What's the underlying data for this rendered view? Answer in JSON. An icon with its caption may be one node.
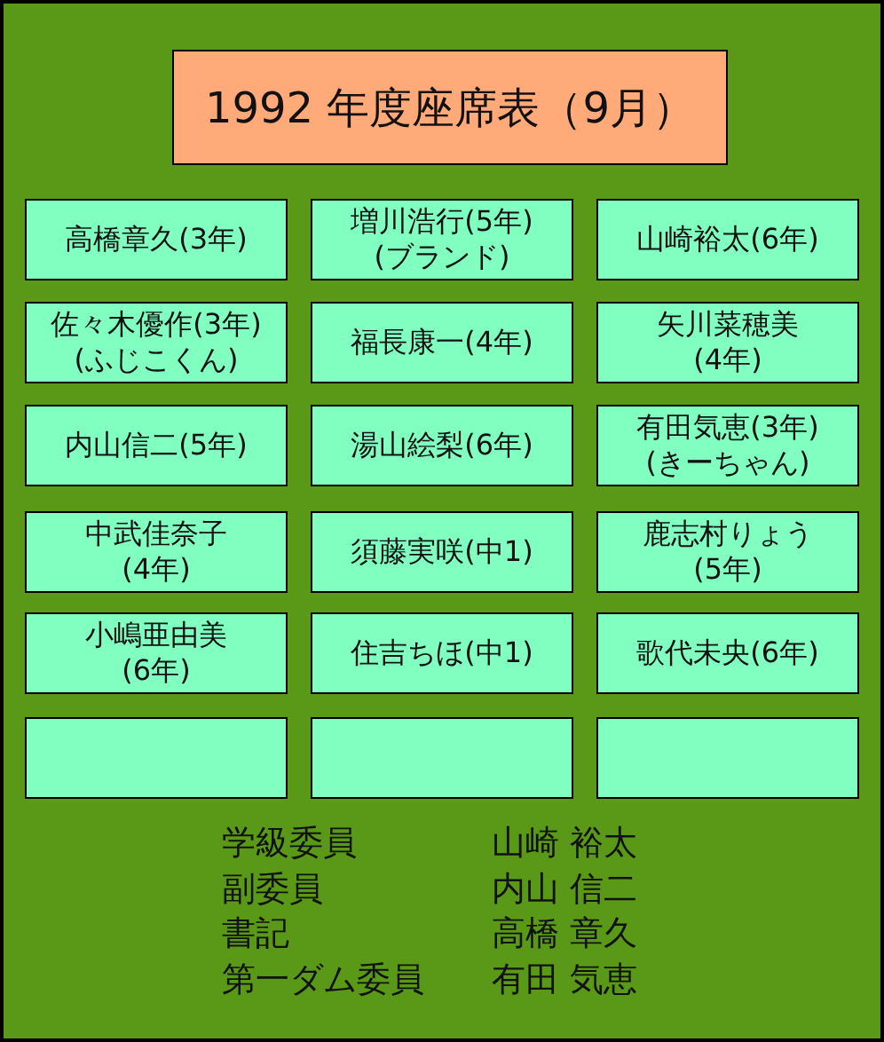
{
  "diagram": {
    "nodes": [
      {
        "text": [
          "1992 年度座席表（9月）"
        ]
      },
      {
        "text": [
          "高橋章久(3年)"
        ]
      },
      {
        "text": [
          "増川浩行(5年)",
          "(ブランド)"
        ]
      },
      {
        "text": [
          "山崎裕太(6年)"
        ]
      },
      {
        "text": [
          "佐々木優作(3年)",
          "(ふじこくん)"
        ]
      },
      {
        "text": [
          "福長康一(4年)"
        ]
      },
      {
        "text": [
          "矢川菜穂美",
          "(4年)"
        ]
      },
      {
        "text": [
          "内山信二(5年)"
        ]
      },
      {
        "text": [
          "湯山絵梨(6年)"
        ]
      },
      {
        "text": [
          "有田気恵(3年)",
          "(きーちゃん)"
        ]
      },
      {
        "text": [
          "中武佳奈子",
          "(4年)"
        ]
      },
      {
        "text": [
          "須藤実咲(中1)"
        ]
      },
      {
        "text": [
          "鹿志村りょう",
          "(5年)"
        ]
      },
      {
        "text": [
          "小嶋亜由美",
          "(6年)"
        ]
      },
      {
        "text": [
          "住吉ちほ(中1)"
        ]
      },
      {
        "text": [
          "歌代未央(6年)"
        ]
      },
      {
        "text": [],
        "shape": "box"
      },
      {
        "text": [],
        "shape": "box"
      },
      {
        "text": [],
        "shape": "box"
      }
    ],
    "labels": [
      "学級委員",
      "山崎 裕太",
      "副委員",
      "内山 信二",
      "書記",
      "高橋 章久",
      "第一ダム委員",
      "有田 気恵"
    ]
  }
}
